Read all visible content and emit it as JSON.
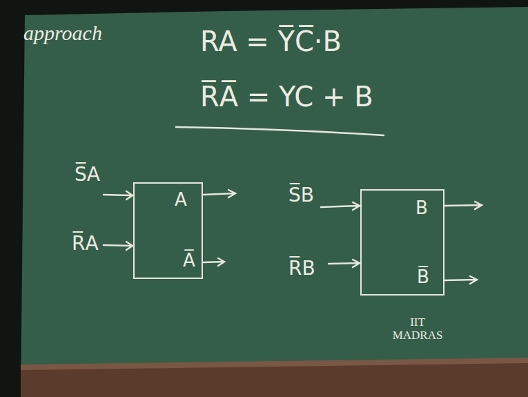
{
  "diagram": {
    "nodes": [
      {
        "text": [
          "A",
          "A̅"
        ]
      },
      {
        "text": [
          "B",
          "B̅"
        ]
      }
    ],
    "labels": [
      "approach",
      "RA = Y̅C̅·B",
      "R̅A̅ = YC + B",
      "S̅A",
      "R̅A",
      "S̅B",
      "R̅B",
      "IIT MADRAS"
    ]
  }
}
